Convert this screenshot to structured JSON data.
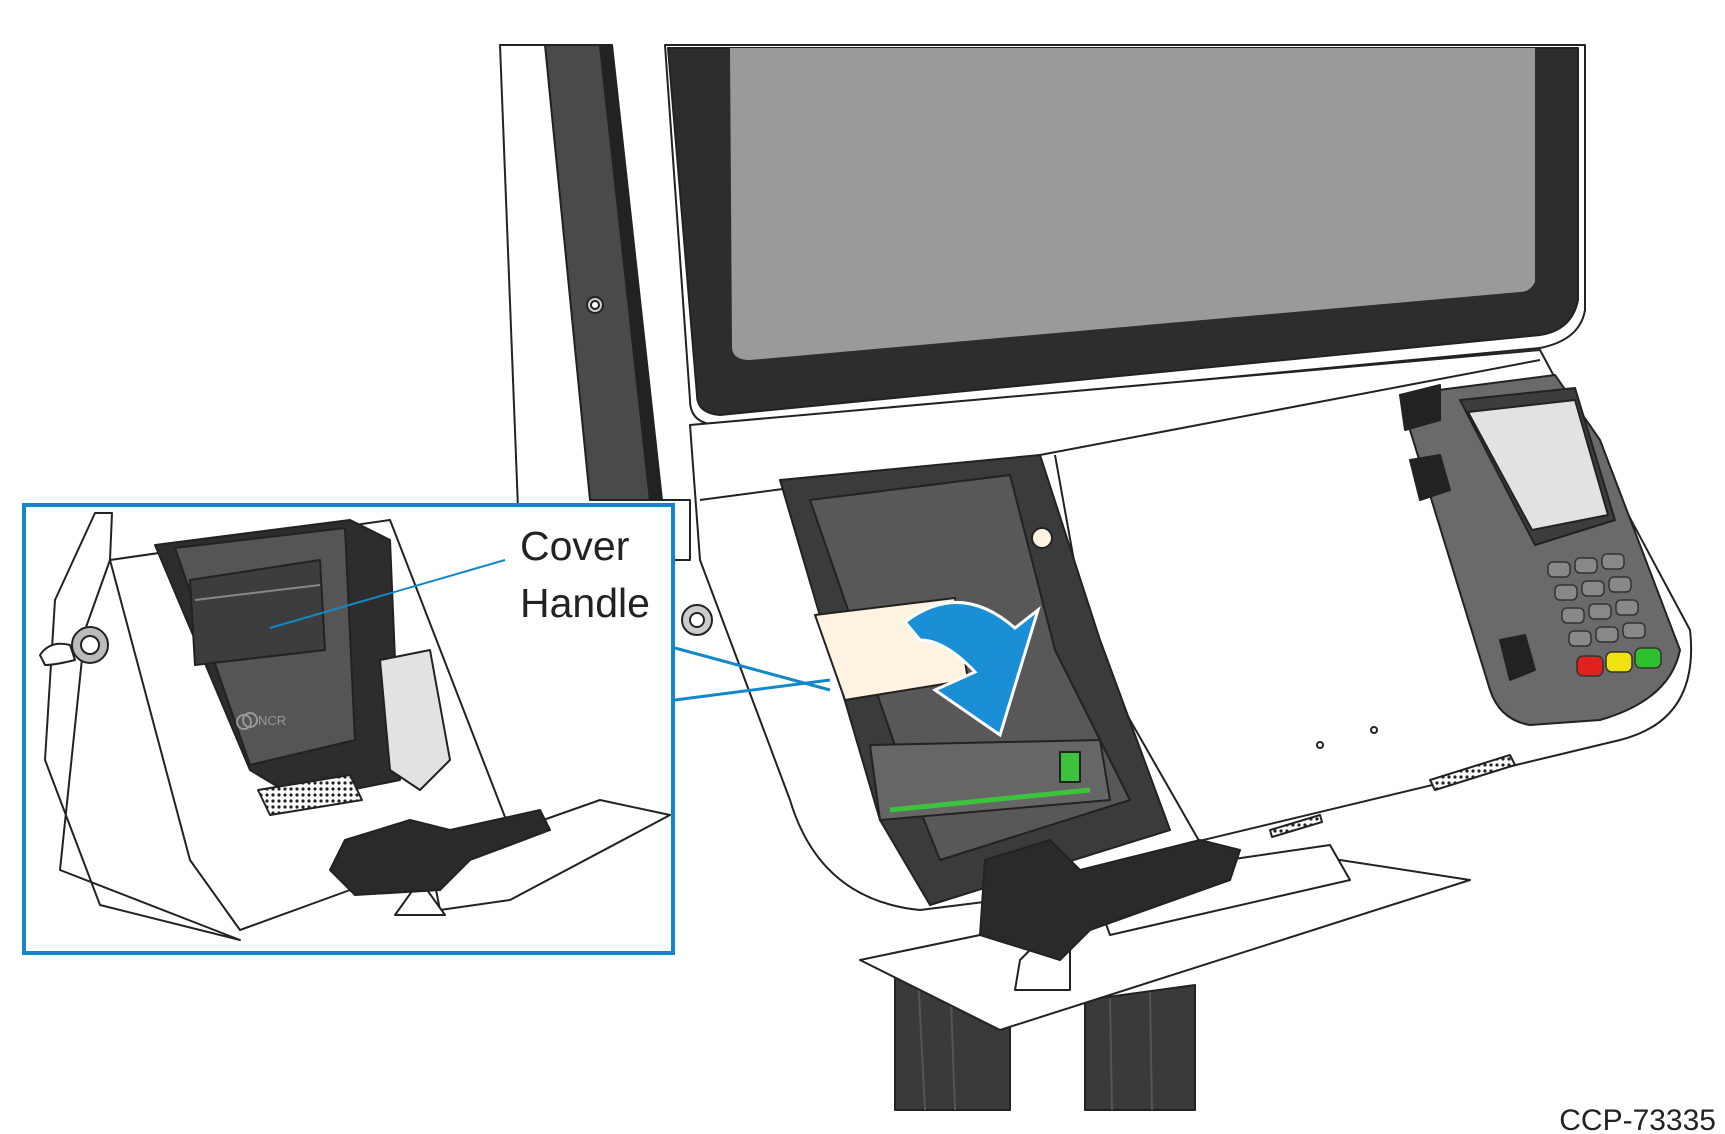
{
  "callout": {
    "line1": "Cover",
    "line2": "Handle"
  },
  "figure_id": "CCP-73335",
  "brand_logo": "NCR",
  "colors": {
    "callout_border": "#1487c6",
    "arrow": "#1a8fd6",
    "screen": "#9a9a9a",
    "dark_frame": "#2d2d2d",
    "paper": "#fdf3e0",
    "green_part": "#3cc23c",
    "key_red": "#e12020",
    "key_yellow": "#f0e20f",
    "key_green": "#2fc02f"
  },
  "icons": [
    "curved-arrow-icon",
    "ncr-logo",
    "key-lock-icon"
  ]
}
